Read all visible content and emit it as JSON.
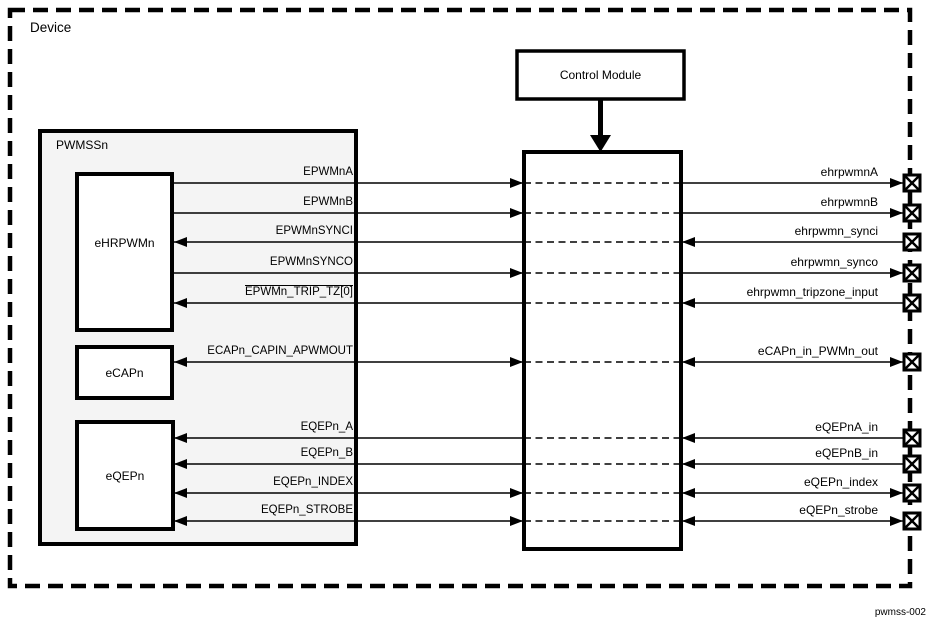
{
  "device_label": "Device",
  "figure_id": "pwmss-002",
  "control_module": {
    "label": "Control Module"
  },
  "pwmss": {
    "label": "PWMSSn",
    "blocks": [
      "eHRPWMn",
      "eCAPn",
      "eQEPn"
    ]
  },
  "signals": [
    {
      "left_label": "EPWMnA",
      "right_label": "ehrpwmnA",
      "direction": "output",
      "overline": false
    },
    {
      "left_label": "EPWMnB",
      "right_label": "ehrpwmnB",
      "direction": "output",
      "overline": false
    },
    {
      "left_label": "EPWMnSYNCI",
      "right_label": "ehrpwmn_synci",
      "direction": "input",
      "overline": false
    },
    {
      "left_label": "EPWMnSYNCO",
      "right_label": "ehrpwmn_synco",
      "direction": "output",
      "overline": false
    },
    {
      "left_label": "EPWMn_TRIP_TZ[0]",
      "right_label": "ehrpwmn_tripzone_input",
      "direction": "input",
      "overline": true
    },
    {
      "left_label": "ECAPn_CAPIN_APWMOUT",
      "right_label": "eCAPn_in_PWMn_out",
      "direction": "bidirectional",
      "overline": false
    },
    {
      "left_label": "EQEPn_A",
      "right_label": "eQEPnA_in",
      "direction": "input",
      "overline": false
    },
    {
      "left_label": "EQEPn_B",
      "right_label": "eQEPnB_in",
      "direction": "input",
      "overline": false
    },
    {
      "left_label": "EQEPn_INDEX",
      "right_label": "eQEPn_index",
      "direction": "bidirectional",
      "overline": false
    },
    {
      "left_label": "EQEPn_STROBE",
      "right_label": "eQEPn_strobe",
      "direction": "bidirectional",
      "overline": false
    }
  ],
  "colors": {
    "line": "#000000",
    "pwmss_fill": "#f4f4f4",
    "background": "#ffffff"
  }
}
